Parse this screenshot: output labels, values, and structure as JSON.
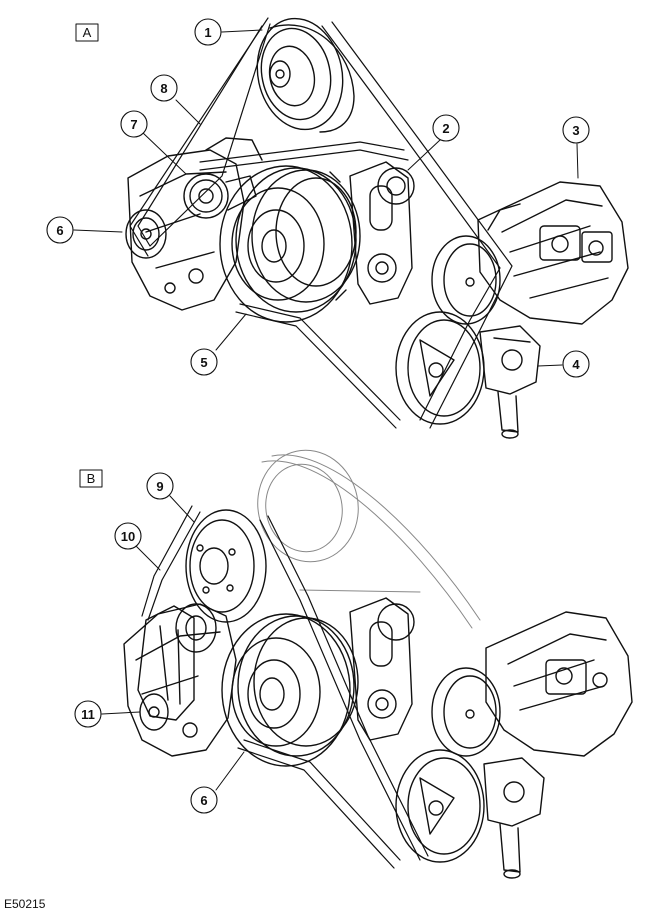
{
  "panels": [
    {
      "id": "A",
      "callouts": [
        "1",
        "2",
        "3",
        "4",
        "5",
        "6",
        "7",
        "8"
      ]
    },
    {
      "id": "B",
      "callouts": [
        "9",
        "10",
        "11",
        "6"
      ]
    }
  ],
  "figure_id": "E50215",
  "colors": {
    "line": "#111111",
    "background": "#ffffff"
  }
}
